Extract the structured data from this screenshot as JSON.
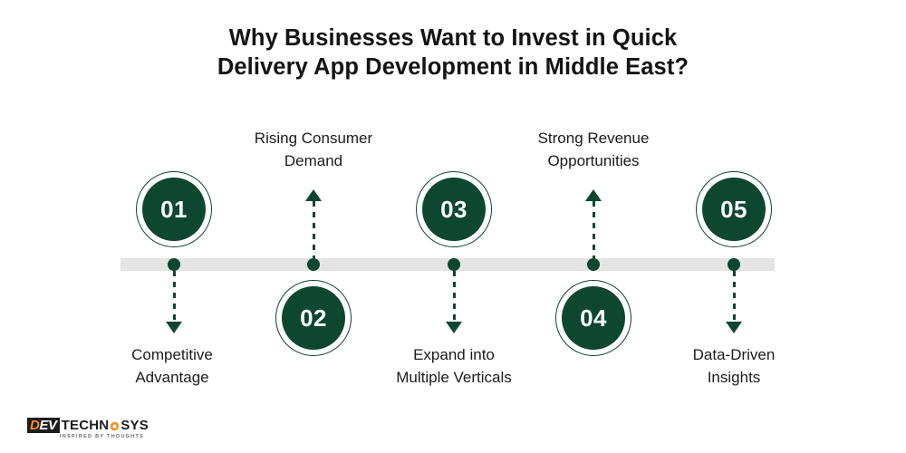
{
  "title": {
    "line1": "Why Businesses Want to Invest in Quick",
    "line2": "Delivery App Development in Middle East?"
  },
  "colors": {
    "brand_green": "#0d4730",
    "bar_gray": "#e4e4e4",
    "text_dark": "#1b1b1b",
    "logo_orange": "#f68b1f",
    "logo_black": "#1c1c1c"
  },
  "steps": [
    {
      "number": "01",
      "label_line1": "Competitive",
      "label_line2": "Advantage",
      "position": "below",
      "circle_position": "above"
    },
    {
      "number": "02",
      "label_line1": "Rising Consumer",
      "label_line2": "Demand",
      "position": "above",
      "circle_position": "below"
    },
    {
      "number": "03",
      "label_line1": "Expand into",
      "label_line2": "Multiple Verticals",
      "position": "below",
      "circle_position": "above"
    },
    {
      "number": "04",
      "label_line1": "Strong Revenue",
      "label_line2": "Opportunities",
      "position": "above",
      "circle_position": "below"
    },
    {
      "number": "05",
      "label_line1": "Data-Driven",
      "label_line2": "Insights",
      "position": "below",
      "circle_position": "above"
    }
  ],
  "logo": {
    "dev_d": "D",
    "dev_rest": "EV",
    "techno": "TECHN",
    "sys": "SYS",
    "tagline": "INSPIRED BY THOUGHTS"
  }
}
